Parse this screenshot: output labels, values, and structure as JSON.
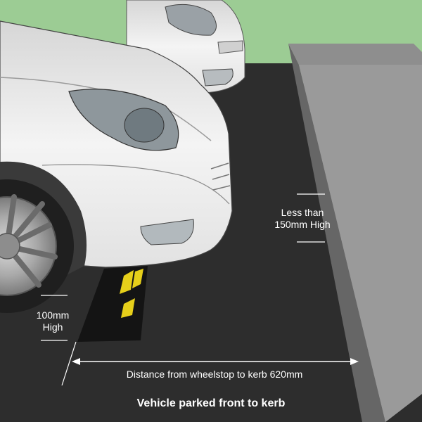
{
  "labels": {
    "kerb_height_line1": "Less than",
    "kerb_height_line2": "150mm High",
    "stop_height_line1": "100mm",
    "stop_height_line2": "High",
    "distance": "Distance from wheelstop to kerb 620mm",
    "caption": "Vehicle parked front to kerb"
  },
  "colors": {
    "background_grass": "#9ccc94",
    "road": "#2d2d2d",
    "kerb_top": "#8e8e8e",
    "kerb_face": "#6a6a6a",
    "car_body": "#f2f2f2",
    "wheelstop": "#141414",
    "wheelstop_stripe": "#e6cf1a",
    "text": "#ffffff"
  }
}
